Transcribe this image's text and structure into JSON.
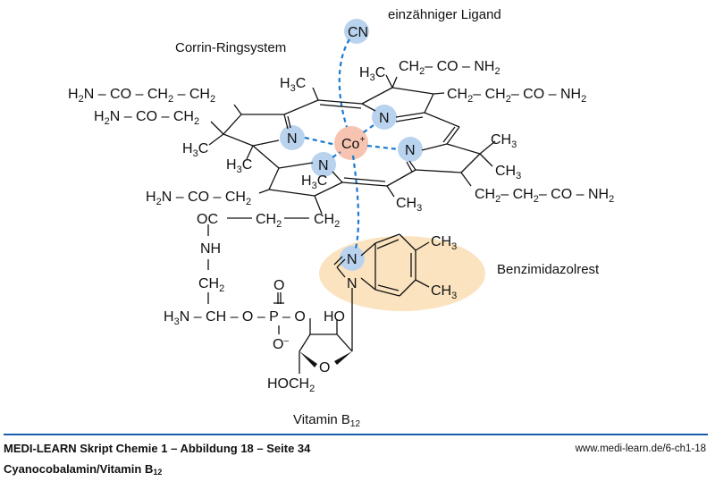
{
  "diagram": {
    "title_label": "Vitamin B",
    "title_subscript": "12",
    "annotations": {
      "corrin": "Corrin-Ringsystem",
      "ligand": "einzähniger Ligand",
      "benzimidazole": "Benzimidazolrest"
    },
    "central_atom": {
      "symbol": "Co",
      "charge": "+"
    },
    "cyano_ligand": "CN",
    "nitrogen_symbol": "N",
    "colors": {
      "nitrogen_highlight": "#b9d3ee",
      "cobalt_highlight": "#f6c4b0",
      "benzimidazole_highlight": "#fbe3bf",
      "coordination_bond": "#1a7ad0",
      "divider": "#1a5ca8"
    },
    "side_chains": {
      "left_top": "H2N – CO – CH2 – CH2",
      "left_mid": "H2N – CO – CH2",
      "left_low": "H2N – CO – CH2",
      "top_right": "CH2 – CO – NH2",
      "right_upper": "CH2 – CH2 – CO – NH2",
      "right_lower": "CH2 – CH2 – CO – NH2"
    },
    "methyl_label": "H3C",
    "methyl_label_right": "CH3",
    "nucleotide_loop": {
      "oc_chain": [
        "OC",
        "CH2",
        "CH2"
      ],
      "nh": "NH",
      "ch2": "CH2",
      "aminopropanol": [
        "H3N",
        "CH",
        "O",
        "P",
        "O"
      ],
      "phosphate_o_double": "O",
      "phosphate_o_minus": "O",
      "ho": "HO",
      "ring_o": "O",
      "hoch2": "HOCH2"
    }
  },
  "footer": {
    "title": "MEDI-LEARN Skript Chemie 1 – Abbildung 18 – Seite 34",
    "subtitle": "Cyanocobalamin/Vitamin B",
    "subtitle_subscript": "12",
    "url": "www.medi-learn.de/6-ch1-18"
  }
}
